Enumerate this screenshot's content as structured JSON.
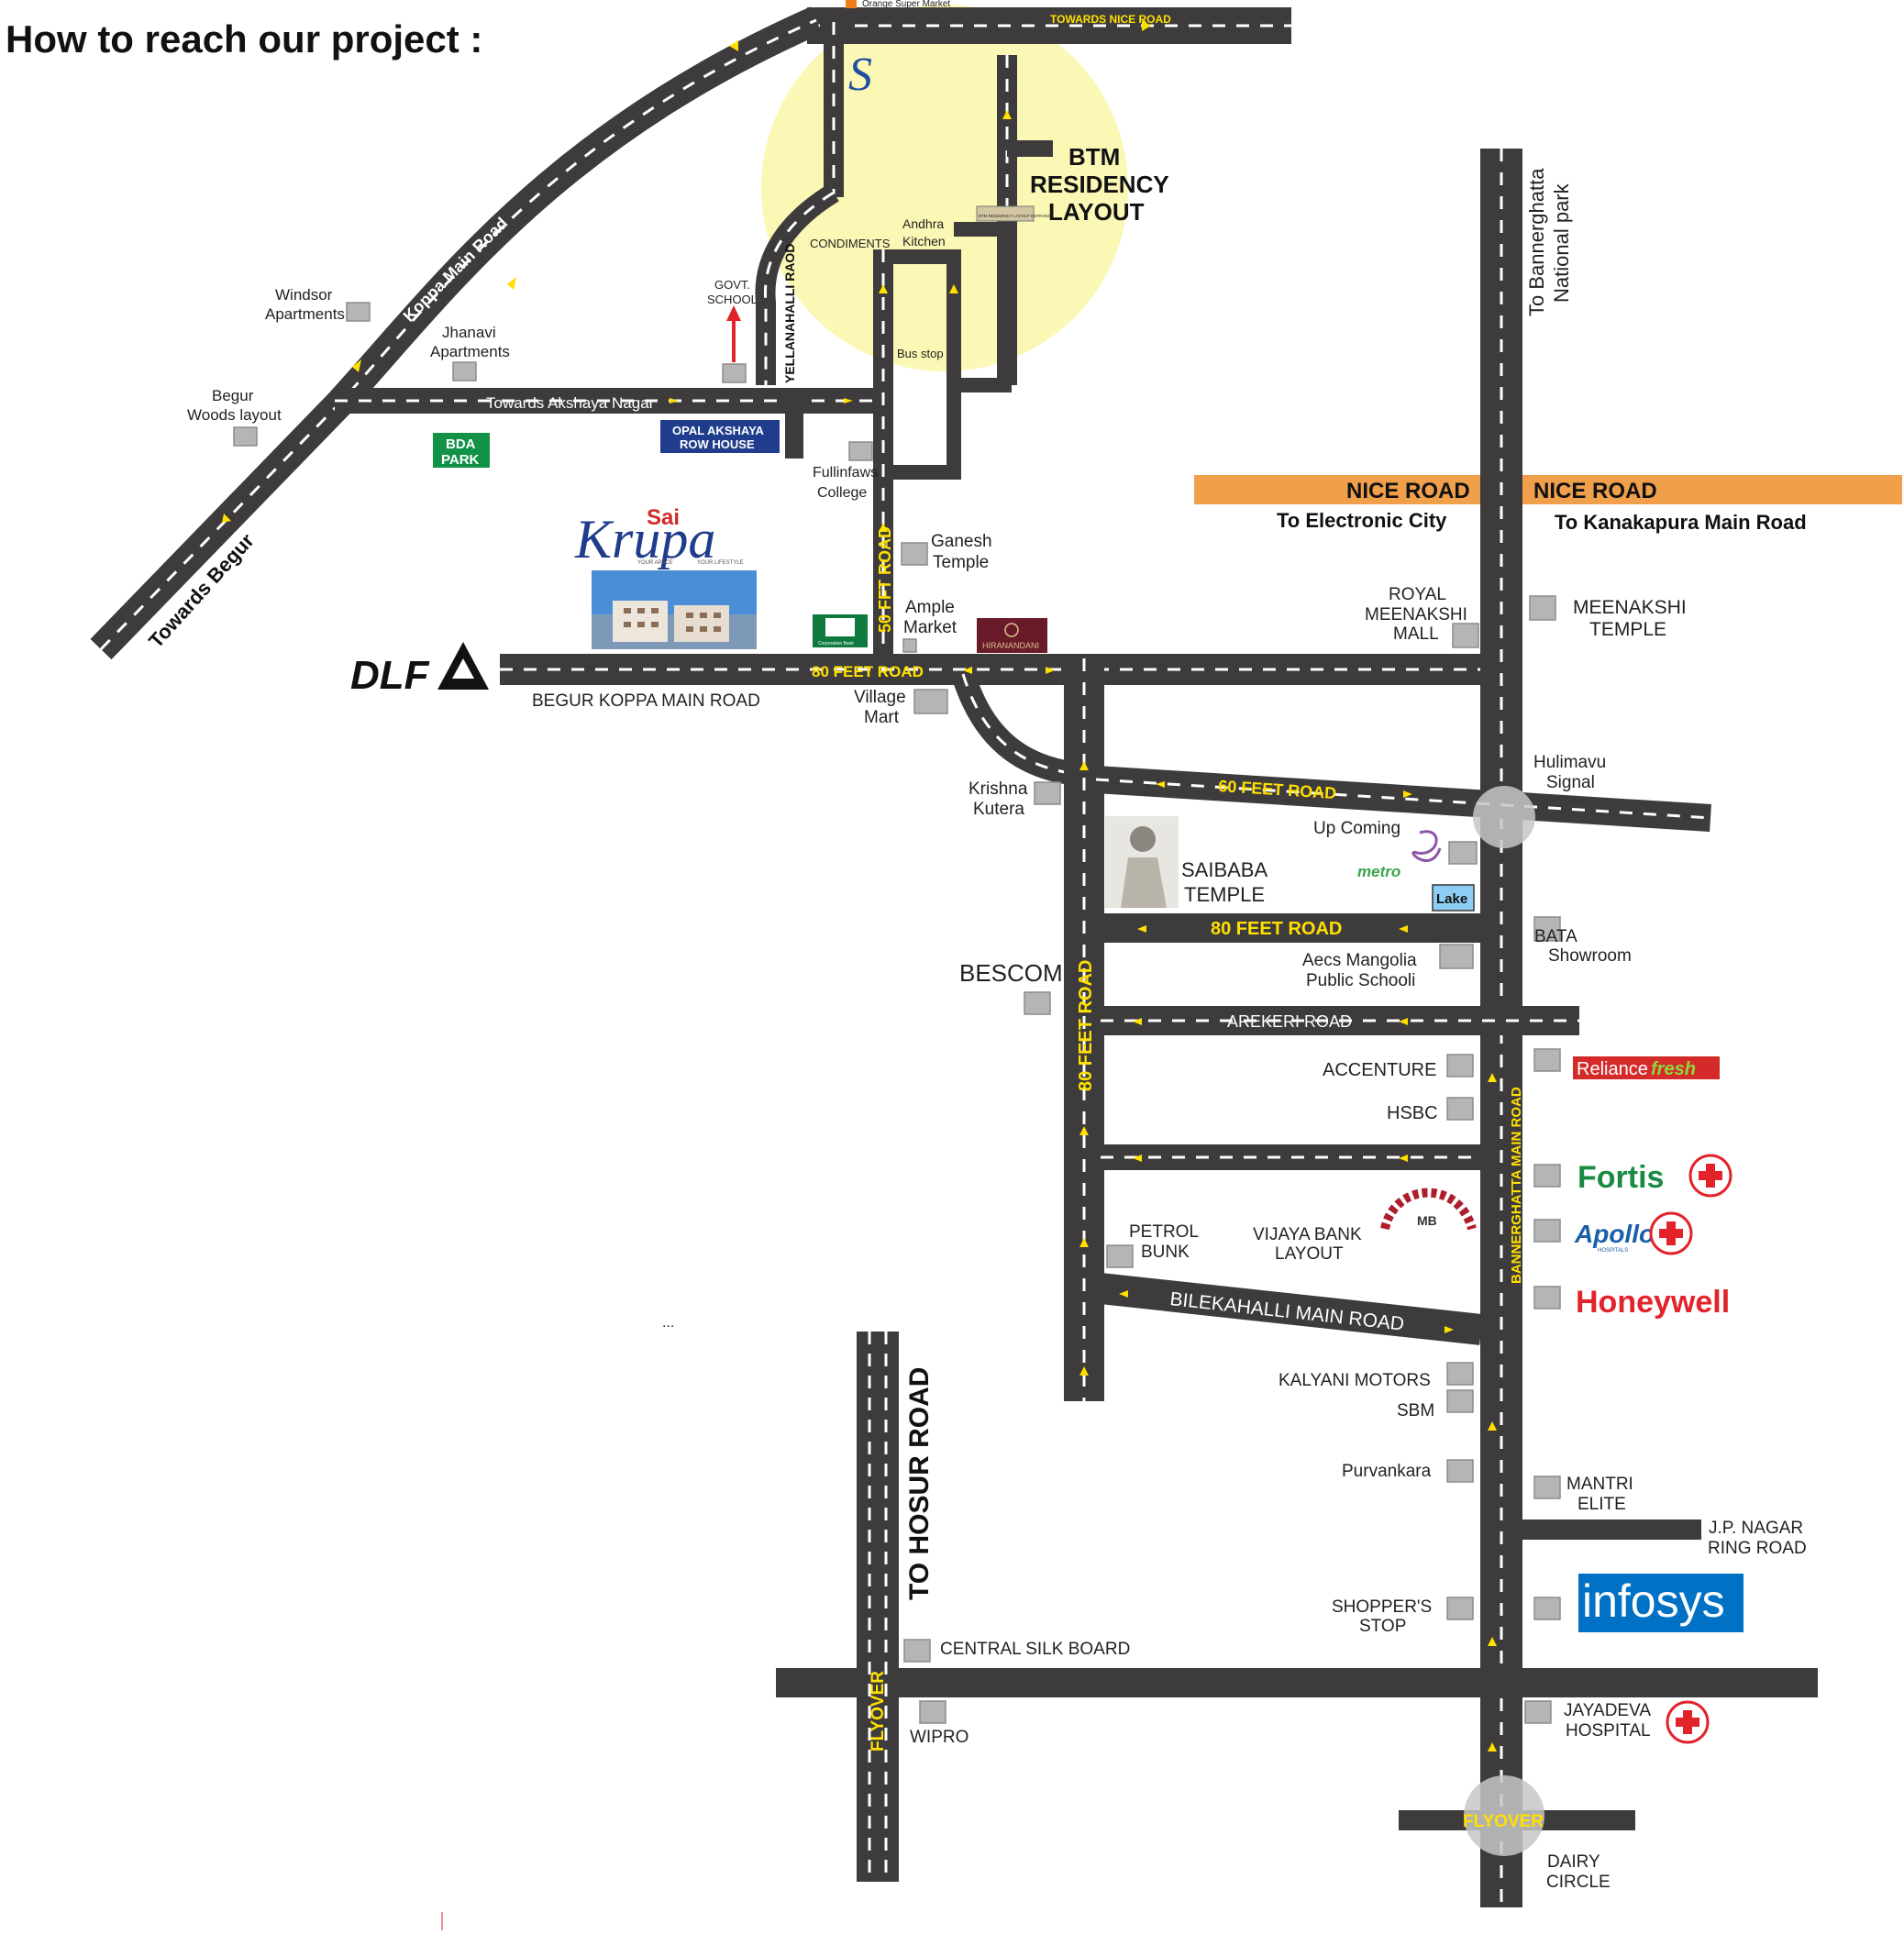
{
  "title": "How to reach our project :",
  "road_labels": {
    "towards_nice_road": "TOWARDS NICE ROAD",
    "koppa_main_road": "Koppa Main Road",
    "towards_begur": "Towards Begur",
    "towards_akshaya_nagar": "Towards Akshaya Nagar",
    "yellanahalli_raod": "YELLANAHALLI RAOD",
    "fifty_fft_road": "50 FFT ROAD",
    "eighty_feet_road_top": "80 FEET ROAD",
    "begur_koppa_main_road": "BEGUR KOPPA MAIN ROAD",
    "sixty_feet_road": "60 FEET ROAD",
    "eighty_feet_road_mid": "80 FEET ROAD",
    "eighty_feet_road_vertical": "80 FEET ROAD",
    "arekeri_road": "AREKERI ROAD",
    "bannerghatta_main_road": "BANNERGHATTA MAIN ROAD",
    "bilekahalli_main_road": "BILEKAHALLI MAIN ROAD",
    "to_hosur_road": "TO HOSUR ROAD",
    "flyover_left": "FLYOVER",
    "flyover_bottom": "FLYOVER",
    "nice_road_left": "NICE ROAD",
    "nice_road_right": "NICE ROAD",
    "to_electronic_city": "To Electronic City",
    "to_kanakapura": "To  Kanakapura Main Road",
    "to_bannerghatta_1": "To Bannerghatta",
    "to_bannerghatta_2": "National park"
  },
  "places": {
    "orange_super_market": "Orange Super Market",
    "btm_1": "BTM",
    "btm_2": "RESIDENCY",
    "btm_3": "LAYOUT",
    "btm_entrance": "BTM RESIDENCY LAYOUT ENTRANCE",
    "condiments": "CONDIMENTS",
    "andhra_1": "Andhra",
    "andhra_2": "Kitchen",
    "govt_1": "GOVT.",
    "govt_2": "SCHOOL",
    "bus_stop": "Bus stop",
    "windsor_1": "Windsor",
    "windsor_2": "Apartments",
    "jhanavi_1": "Jhanavi",
    "jhanavi_2": "Apartments",
    "begur_woods_1": "Begur",
    "begur_woods_2": "Woods layout",
    "bda_1": "BDA",
    "bda_2": "PARK",
    "opal_1": "OPAL AKSHAYA",
    "opal_2": "ROW HOUSE",
    "fullinfaws_1": "Fullinfaws",
    "fullinfaws_2": "College",
    "ganesh_1": "Ganesh",
    "ganesh_2": "Temple",
    "ample_1": "Ample",
    "ample_2": "Market",
    "village_1": "Village",
    "village_2": "Mart",
    "krishna_1": "Krishna",
    "krishna_2": "Kutera",
    "saibaba_1": "SAIBABA",
    "saibaba_2": "TEMPLE",
    "upcoming": "Up Coming",
    "metro": "metro",
    "lake": "Lake",
    "royal_1": "ROYAL",
    "royal_2": "MEENAKSHI",
    "royal_3": "MALL",
    "meenakshi_1": "MEENAKSHI",
    "meenakshi_2": "TEMPLE",
    "hulimavu_1": "Hulimavu",
    "hulimavu_2": "Signal",
    "bata_1": "BATA",
    "bata_2": "Showroom",
    "aecs_1": "Aecs Mangolia",
    "aecs_2": "Public Schooli",
    "bescom": "BESCOM",
    "accenture": "ACCENTURE",
    "hsbc": "HSBC",
    "petrol_1": "PETROL",
    "petrol_2": "BUNK",
    "vijaya_1": "VIJAYA BANK",
    "vijaya_2": "LAYOUT",
    "mb": "MB",
    "kalyani": "KALYANI MOTORS",
    "sbm": "SBM",
    "purvankara": "Purvankara",
    "mantri_1": "MANTRI",
    "mantri_2": "ELITE",
    "jp_1": "J.P. NAGAR",
    "jp_2": "RING ROAD",
    "shoppers_1": "SHOPPER'S",
    "shoppers_2": "STOP",
    "central_silk": "CENTRAL SILK BOARD",
    "wipro": "WIPRO",
    "jayadeva_1": "JAYADEVA",
    "jayadeva_2": "HOSPITAL",
    "dairy_1": "DAIRY",
    "dairy_2": "CIRCLE",
    "dots": "..."
  },
  "logos": {
    "sai": "Sai",
    "krupa": "Krupa",
    "krupa_tag_1": "YOUR APACE",
    "krupa_tag_2": "YOUR LIFESTYLE",
    "dlf": "DLF",
    "hiranandani": "HIRANANDANI",
    "corporation_bank": "Corporation Bank",
    "reliance_1": "Reliance",
    "reliance_2": "fresh",
    "fortis": "Fortis",
    "apollo": "Apollo",
    "apollo_sub": "HOSPITALS",
    "honeywell": "Honeywell",
    "infosys": "infosys",
    "s_mark": "S"
  },
  "colors": {
    "road": "#3d3b3c",
    "road_text": "#ffe000",
    "nice_road_band": "#f0a04b",
    "btm_highlight": "#fbf7b4",
    "marker_box": "#b5b5b5",
    "bda_green": "#119247",
    "opal_blue": "#1f3d8c",
    "infosys_blue": "#0071c5",
    "red_cross": "#e2232a",
    "lake_blue": "#8ecdf3"
  }
}
